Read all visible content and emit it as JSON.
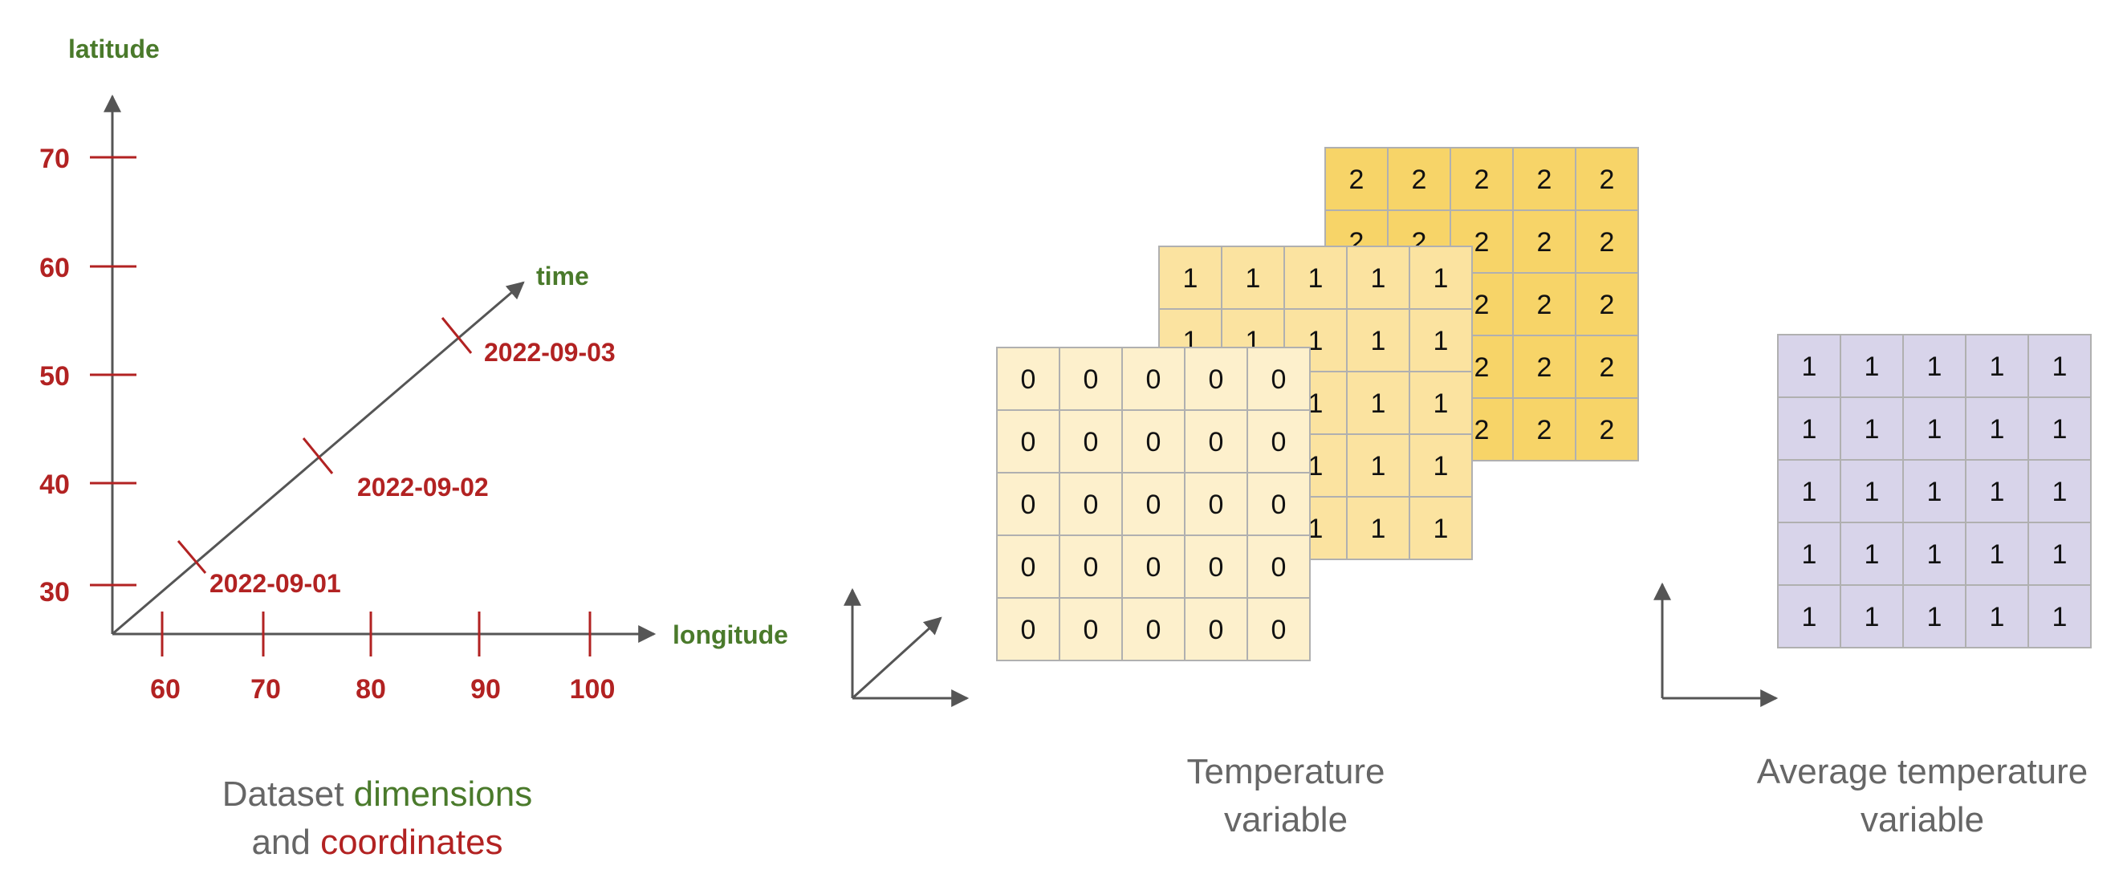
{
  "colors": {
    "dimension": "#4a7a2b",
    "coordinate": "#b22222",
    "axis": "#555555",
    "caption": "#666666",
    "grid_border": "#b0b0b0",
    "layer0_fill": "#fdf0cc",
    "layer1_fill": "#fbe3a0",
    "layer2_fill": "#f7d468",
    "avg_fill": "#d8d4ea"
  },
  "dimensions_panel": {
    "latitude_label": "latitude",
    "time_label": "time",
    "longitude_label": "longitude",
    "latitude_ticks": [
      "70",
      "60",
      "50",
      "40",
      "30"
    ],
    "longitude_ticks": [
      "60",
      "70",
      "80",
      "90",
      "100"
    ],
    "time_ticks": [
      "2022-09-01",
      "2022-09-02",
      "2022-09-03"
    ]
  },
  "captions": {
    "dataset": {
      "line1_prefix": "Dataset ",
      "line1_highlight": "dimensions",
      "line2_prefix": "and ",
      "line2_highlight": "coordinates"
    },
    "temperature": {
      "line1": "Temperature",
      "line2": "variable"
    },
    "average": {
      "line1": "Average temperature",
      "line2": "variable"
    }
  },
  "temperature_variable": {
    "layers": [
      {
        "value": "2",
        "rows": 5,
        "cols": 5
      },
      {
        "value": "1",
        "rows": 5,
        "cols": 5
      },
      {
        "value": "0",
        "rows": 5,
        "cols": 5
      }
    ]
  },
  "average_temperature_variable": {
    "value": "1",
    "rows": 5,
    "cols": 5
  }
}
